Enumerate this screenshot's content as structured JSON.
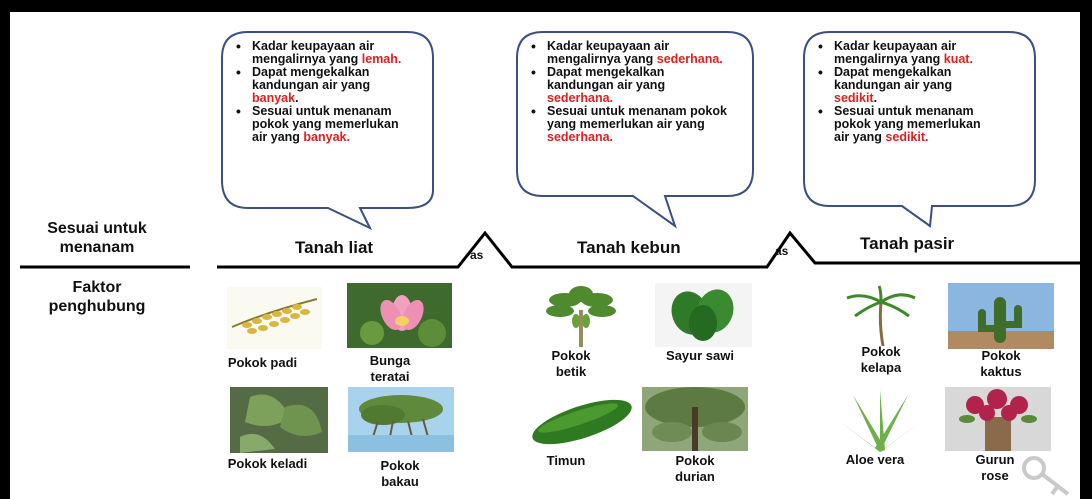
{
  "left_labels": {
    "suitable": "Sesuai untuk menanam",
    "factor": "Faktor penghubung"
  },
  "connector_label": "as",
  "soils": [
    {
      "name": "Tanah liat",
      "points": [
        {
          "parts": [
            {
              "t": "Kadar keupayaan air mengalirnya yang "
            },
            {
              "t": "lemah.",
              "red": true
            }
          ]
        },
        {
          "parts": [
            {
              "t": "Dapat mengekalkan kandungan air yang "
            },
            {
              "t": "banyak",
              "red": true
            },
            {
              "t": "."
            }
          ]
        },
        {
          "parts": [
            {
              "t": "Sesuai untuk menanam pokok yang memerlukan air yang "
            },
            {
              "t": "banyak.",
              "red": true
            }
          ]
        }
      ],
      "plants": [
        "Pokok padi",
        "Bunga teratai",
        "Pokok keladi",
        "Pokok bakau"
      ]
    },
    {
      "name": "Tanah kebun",
      "points": [
        {
          "parts": [
            {
              "t": "Kadar keupayaan air mengalirnya yang "
            },
            {
              "t": "sederhana.",
              "red": true
            }
          ]
        },
        {
          "parts": [
            {
              "t": "Dapat mengekalkan kandungan air yang "
            },
            {
              "t": "sederhana.",
              "red": true
            }
          ]
        },
        {
          "parts": [
            {
              "t": "Sesuai untuk menanam pokok yang memerlukan air yang "
            },
            {
              "t": "sederhana.",
              "red": true
            }
          ]
        }
      ],
      "plants": [
        "Pokok betik",
        "Sayur sawi",
        "Timun",
        "Pokok durian"
      ]
    },
    {
      "name": "Tanah pasir",
      "points": [
        {
          "parts": [
            {
              "t": "Kadar keupayaan air mengalirnya yang "
            },
            {
              "t": "kuat.",
              "red": true
            }
          ]
        },
        {
          "parts": [
            {
              "t": "Dapat mengekalkan kandungan air yang "
            },
            {
              "t": "sedikit",
              "red": true
            },
            {
              "t": "."
            }
          ]
        },
        {
          "parts": [
            {
              "t": "Sesuai untuk menanam pokok yang memerlukan air yang "
            },
            {
              "t": "sedikit.",
              "red": true
            }
          ]
        }
      ],
      "plants": [
        "Pokok kelapa",
        "Pokok kaktus",
        "Aloe vera",
        "Gurun rose"
      ]
    }
  ]
}
